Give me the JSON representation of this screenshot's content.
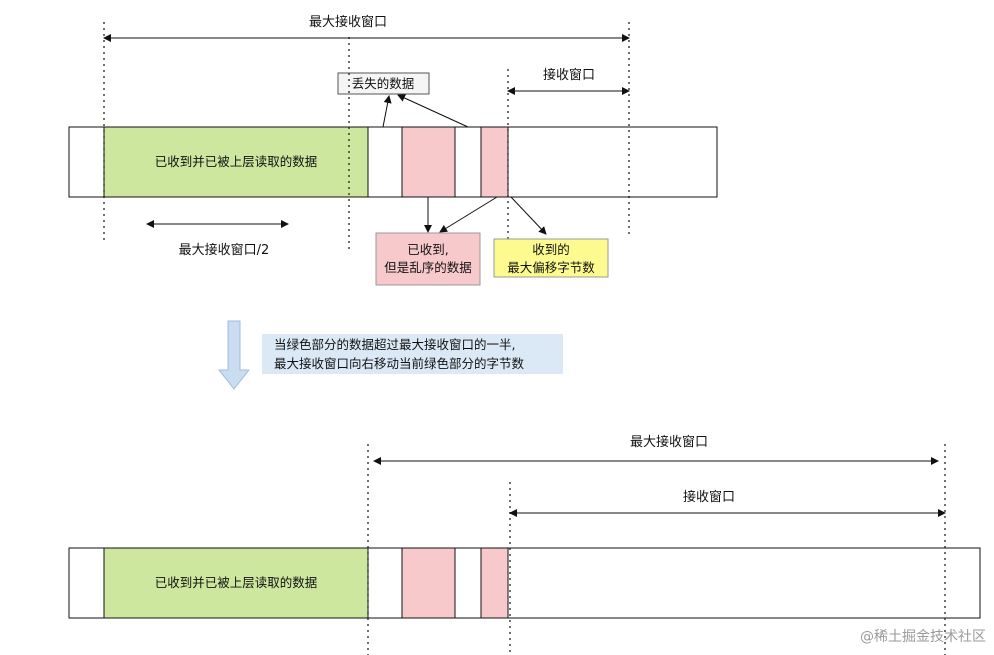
{
  "top": {
    "max_window_label": "最大接收窗口",
    "recv_window_label": "接收窗口",
    "lost_label": "丢失的数据",
    "green_label": "已收到并已被上层读取的数据",
    "half_window_label": "最大接收窗口/2",
    "ooo_label_line1": "已收到,",
    "ooo_label_line2": "但是乱序的数据",
    "max_offset_label_line1": "收到的",
    "max_offset_label_line2": "最大偏移字节数"
  },
  "note": {
    "line1": "当绿色部分的数据超过最大接收窗口的一半,",
    "line2": "最大接收窗口向右移动当前绿色部分的字节数"
  },
  "bottom": {
    "max_window_label": "最大接收窗口",
    "recv_window_label": "接收窗口",
    "green_label": "已收到并已被上层读取的数据"
  },
  "watermark": "@稀土掘金技术社区",
  "colors": {
    "green": "#cde89e",
    "pink": "#f8c9cb",
    "yellow": "#fdfb8f",
    "note_bg": "#dbe9f7",
    "arrow_blue": "#c9dcf0"
  }
}
